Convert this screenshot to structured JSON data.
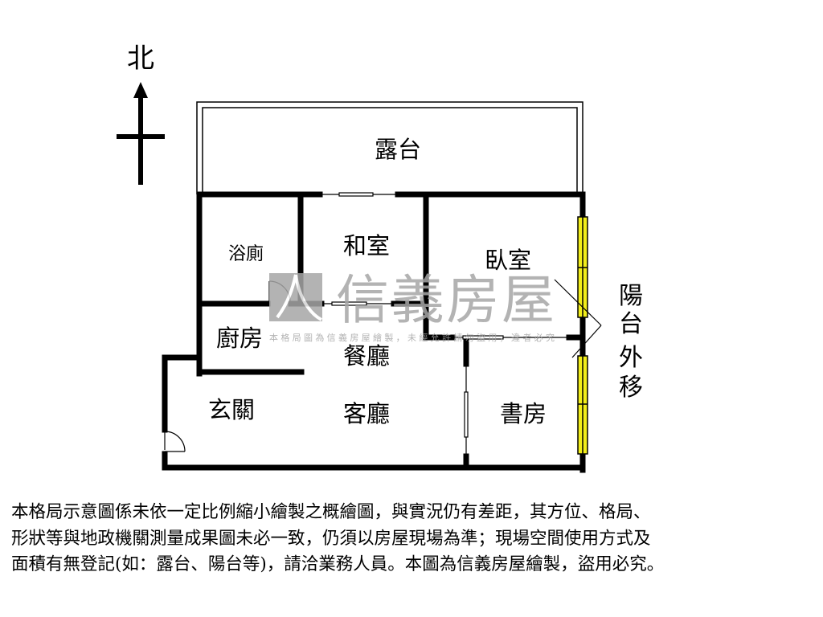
{
  "compass": {
    "north_label": "北"
  },
  "rooms": {
    "terrace": "露台",
    "bathroom": "浴廁",
    "japanese_room": "和室",
    "bedroom": "臥室",
    "kitchen": "廚房",
    "dining": "餐廳",
    "entrance": "玄關",
    "living": "客廳",
    "study": "書房"
  },
  "annotation": {
    "chars": [
      "陽",
      "台",
      "外",
      "移"
    ]
  },
  "watermark": {
    "brand": "信義房屋",
    "notice": "本格局圖為信義房屋繪製，未經允許請勿盜用，違者必究"
  },
  "disclaimer": {
    "lines": [
      "本格局示意圖係未依一定比例縮小繪製之概繪圖，與實況仍有差距，其方位、格局、",
      "形狀等與地政機關測量成果圖未必一致，仍須以房屋現場為準；現場空間使用方式及",
      "面積有無登記(如：露台、陽台等)，請洽業務人員。本圖為信義房屋繪製，盜用必究。"
    ]
  },
  "colors": {
    "wall": "#000000",
    "window": "#f2ee1a",
    "watermark": "#a6a6a6"
  }
}
